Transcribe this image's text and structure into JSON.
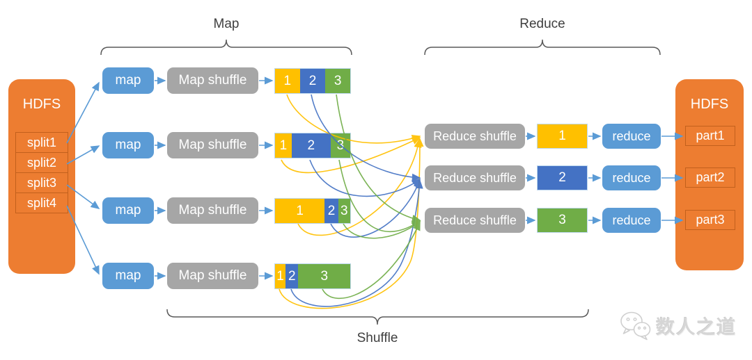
{
  "stage_labels": {
    "map": "Map",
    "reduce": "Reduce",
    "shuffle": "Shuffle"
  },
  "hdfs_left": {
    "title": "HDFS",
    "splits": [
      "split1",
      "split2",
      "split3",
      "split4"
    ]
  },
  "map_rows": [
    {
      "map": "map",
      "shuffle": "Map shuffle",
      "segments": [
        {
          "label": "1",
          "color": "yellow",
          "pct": 33
        },
        {
          "label": "2",
          "color": "blue",
          "pct": 34
        },
        {
          "label": "3",
          "color": "green",
          "pct": 33
        }
      ]
    },
    {
      "map": "map",
      "shuffle": "Map shuffle",
      "segments": [
        {
          "label": "1",
          "color": "yellow",
          "pct": 22
        },
        {
          "label": "2",
          "color": "blue",
          "pct": 52
        },
        {
          "label": "3",
          "color": "green",
          "pct": 26
        }
      ]
    },
    {
      "map": "map",
      "shuffle": "Map shuffle",
      "segments": [
        {
          "label": "1",
          "color": "yellow",
          "pct": 66
        },
        {
          "label": "2",
          "color": "blue",
          "pct": 18
        },
        {
          "label": "3",
          "color": "green",
          "pct": 16
        }
      ]
    },
    {
      "map": "map",
      "shuffle": "Map shuffle",
      "segments": [
        {
          "label": "1",
          "color": "yellow",
          "pct": 14
        },
        {
          "label": "2",
          "color": "blue",
          "pct": 17
        },
        {
          "label": "3",
          "color": "green",
          "pct": 69
        }
      ]
    }
  ],
  "reduce_rows": [
    {
      "shuffle": "Reduce shuffle",
      "partition": "1",
      "color": "yellow",
      "reduce": "reduce"
    },
    {
      "shuffle": "Reduce shuffle",
      "partition": "2",
      "color": "blue",
      "reduce": "reduce"
    },
    {
      "shuffle": "Reduce shuffle",
      "partition": "3",
      "color": "green",
      "reduce": "reduce"
    }
  ],
  "hdfs_right": {
    "title": "HDFS",
    "parts": [
      "part1",
      "part2",
      "part3"
    ]
  },
  "watermark": {
    "text": "数人之道",
    "icon": "wechat-chat-bubbles"
  },
  "colors": {
    "orange": "#ED7D31",
    "process_blue": "#5B9BD5",
    "gray": "#A6A6A6",
    "partition1_yellow": "#FFC000",
    "partition2_blue": "#4472C4",
    "partition3_green": "#70AD47",
    "arrow_blue": "#5B9BD5",
    "brace_gray": "#595959"
  }
}
